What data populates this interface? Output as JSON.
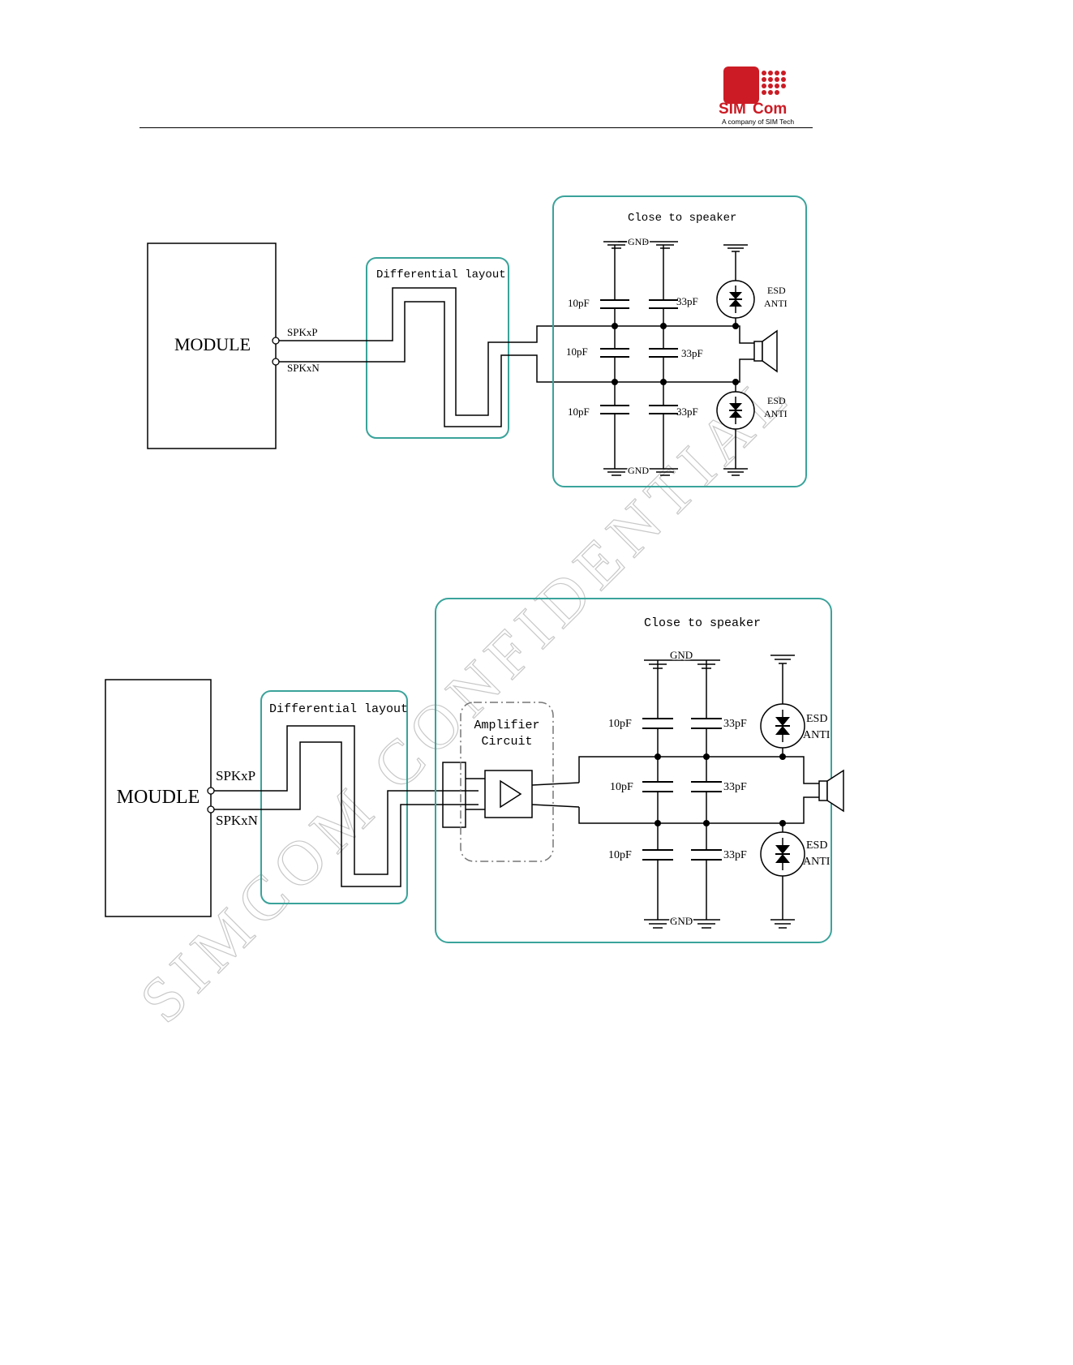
{
  "header": {
    "logo": {
      "brand_left": "SIM",
      "brand_right": "Com",
      "tagline": "A company of SIM Tech",
      "color": "#cc1b24"
    }
  },
  "watermark": {
    "text": "SIMCOM CONFIDENTIAL",
    "color": "#c8c8c8"
  },
  "colors": {
    "box_border": "#3aa39b",
    "line": "#000000"
  },
  "diagram_1": {
    "module_label": "MODULE",
    "pin_p": "SPKxP",
    "pin_n": "SPKxN",
    "diff_title": "Differential layout",
    "speaker_box_title": "Close to speaker",
    "gnd_top": "GND",
    "gnd_bottom": "GND",
    "cap_10pf_top": "10pF",
    "cap_10pf_mid": "10pF",
    "cap_10pf_bot": "10pF",
    "cap_33pf_top": "33pF",
    "cap_33pf_mid": "33pF",
    "cap_33pf_bot": "33pF",
    "esd_top_1": "ESD",
    "esd_top_2": "ANTI",
    "esd_bot_1": "ESD",
    "esd_bot_2": "ANTI"
  },
  "diagram_2": {
    "module_label": "MOUDLE",
    "pin_p": "SPKxP",
    "pin_n": "SPKxN",
    "diff_title": "Differential layout",
    "amp_title_1": "Amplifier",
    "amp_title_2": "Circuit",
    "speaker_box_title": "Close to speaker",
    "gnd_top": "GND",
    "gnd_bottom": "GND",
    "cap_10pf_top": "10pF",
    "cap_10pf_mid": "10pF",
    "cap_10pf_bot": "10pF",
    "cap_33pf_top": "33pF",
    "cap_33pf_mid": "33pF",
    "cap_33pf_bot": "33pF",
    "esd_top_1": "ESD",
    "esd_top_2": "ANTI",
    "esd_bot_1": "ESD",
    "esd_bot_2": "ANTI"
  }
}
